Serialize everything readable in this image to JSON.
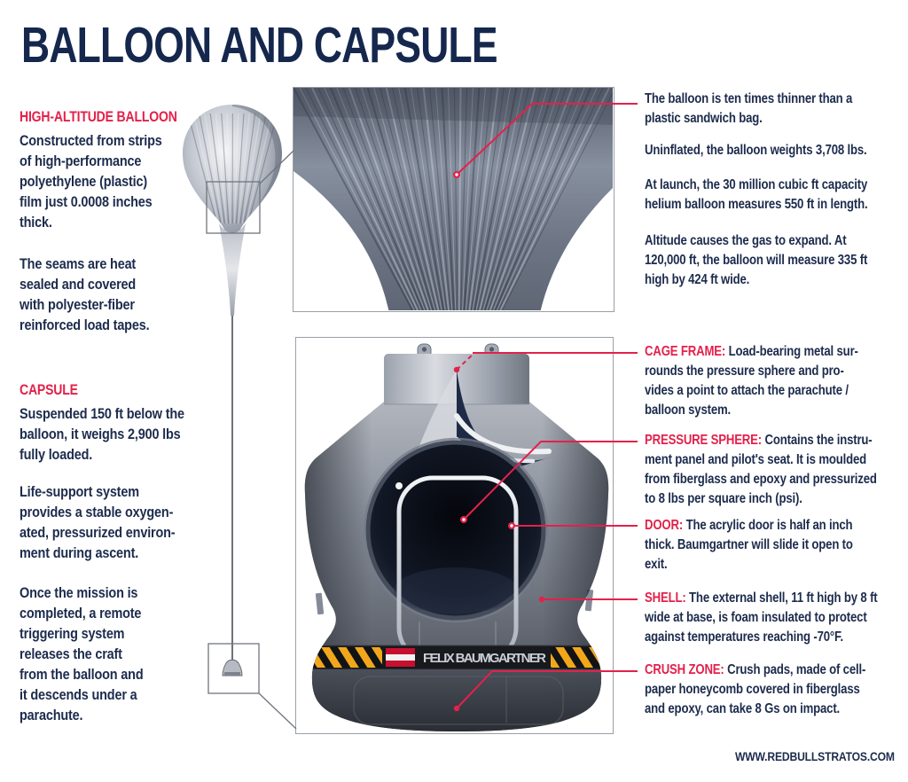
{
  "title": "BALLOON AND CAPSULE",
  "colors": {
    "accent_red": "#e3214b",
    "text_navy": "#1d2c4d",
    "fabric_gray": "#6e7787",
    "hazard_yellow": "#f2a71b",
    "flag_red": "#c8102e"
  },
  "left_column": {
    "balloon_heading": "HIGH-ALTITUDE BALLOON",
    "balloon_paragraphs": [
      "Constructed from strips\nof high-performance\npolyethylene (plastic)\nfilm just 0.0008 inches\nthick.",
      "The seams are heat\nsealed and covered\nwith polyester-fiber\nreinforced load tapes."
    ],
    "capsule_heading": "CAPSULE",
    "capsule_paragraphs": [
      "Suspended 150 ft below the\nballoon, it weighs 2,900 lbs\nfully loaded.",
      "Life-support system\nprovides a stable oxygen-\nated, pressurized environ-\nment during ascent.",
      "Once the mission is\ncompleted, a remote\ntriggering system\nreleases the craft\nfrom the balloon and\nit descends under a\nparachute."
    ]
  },
  "right_column": {
    "balloon_facts": [
      "The balloon is ten times thinner than a\nplastic sandwich bag.",
      "Uninflated, the balloon weights 3,708 lbs.",
      "At launch, the 30 million cubic ft capacity\nhelium balloon measures 550 ft in length.",
      "Altitude causes the gas to expand. At\n120,000 ft, the balloon will measure 335 ft\nhigh by 424 ft wide."
    ],
    "callouts": [
      {
        "label": "CAGE FRAME:",
        "text": "Load-bearing metal sur-\nrounds the pressure sphere and pro-\nvides a point to attach the parachute /\nballoon system."
      },
      {
        "label": "PRESSURE SPHERE:",
        "text": "Contains the instru-\nment panel and pilot's seat. It is moulded\nfrom fiberglass and epoxy and pressurized\nto 8 lbs per square inch (psi)."
      },
      {
        "label": "DOOR:",
        "text": "The acrylic door is half an inch\nthick. Baumgartner will slide it open to\nexit."
      },
      {
        "label": "SHELL:",
        "text": "The external shell, 11 ft high by 8 ft\nwide at base, is foam insulated to protect\nagainst temperatures reaching -70°F."
      },
      {
        "label": "CRUSH ZONE:",
        "text": "Crush pads, made of cell-\npaper honeycomb covered in fiberglass\nand epoxy, can take 8 Gs on impact."
      }
    ]
  },
  "center": {
    "pilot_banner": "FELIX BAUMGARTNER"
  },
  "footer": {
    "website": "WWW.REDBULLSTRATOS.COM"
  }
}
